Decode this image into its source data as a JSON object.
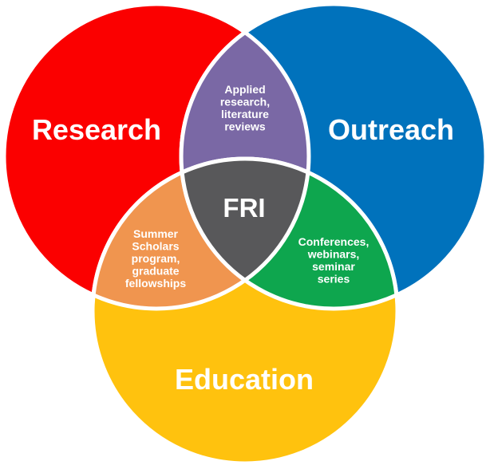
{
  "diagram": {
    "circles": [
      {
        "label": "Research",
        "color": "#FB0000"
      },
      {
        "label": "Outreach",
        "color": "#0072BC"
      },
      {
        "label": "Education",
        "color": "#FFC20E"
      }
    ],
    "overlaps": {
      "research_outreach": {
        "color": "#7A68A5",
        "lines": [
          "Applied",
          "research,",
          "literature",
          "reviews"
        ]
      },
      "research_education": {
        "color": "#F0954F",
        "lines": [
          "Summer",
          "Scholars",
          "program,",
          "graduate",
          "fellowships"
        ]
      },
      "outreach_education": {
        "color": "#0EA64E",
        "lines": [
          "Conferences,",
          "webinars,",
          "seminar",
          "series"
        ]
      },
      "center": {
        "color": "#58585A",
        "label": "FRI"
      }
    },
    "divider_color": "#FFFFFF"
  }
}
